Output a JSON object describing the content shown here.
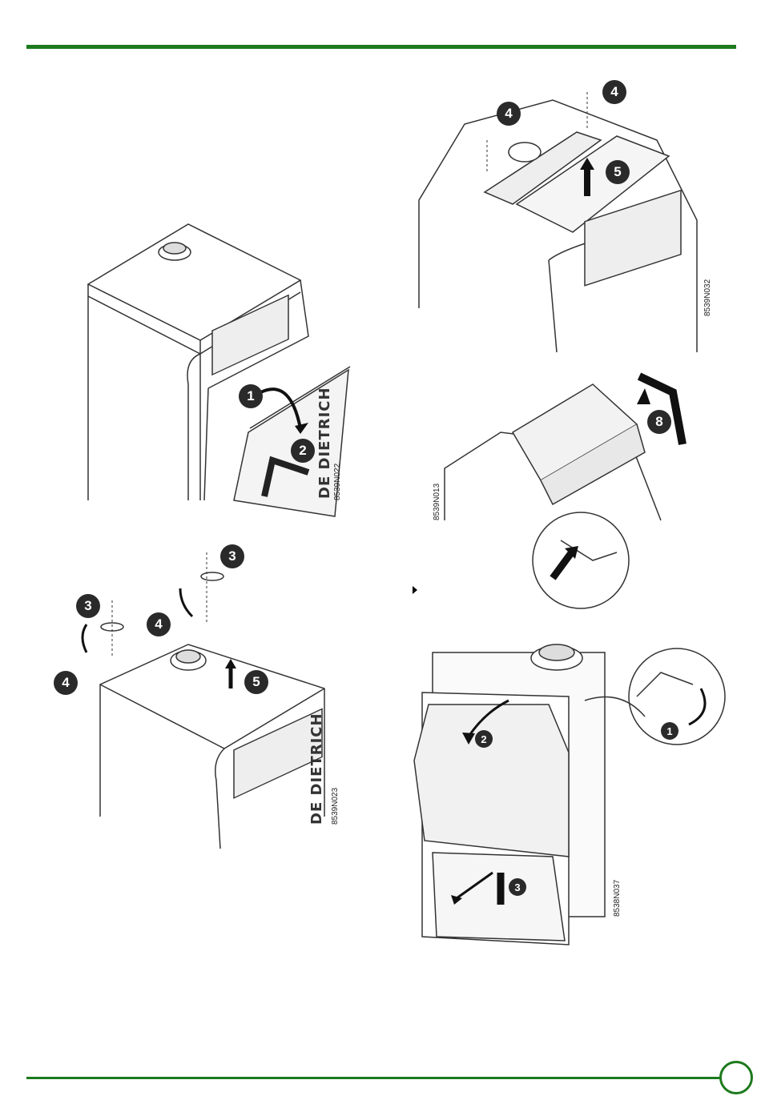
{
  "colors": {
    "accent": "#1d7a1d",
    "badge": "#2a2a2a",
    "line": "#333333"
  },
  "figures": {
    "fig1": {
      "code": "8539N022",
      "brand": "DE DIETRICH",
      "steps": [
        "1",
        "2"
      ]
    },
    "fig2": {
      "code": "8539N032",
      "steps": [
        "4",
        "4",
        "5"
      ]
    },
    "fig3": {
      "code": "8539N013",
      "steps": [
        "8"
      ]
    },
    "fig4": {
      "code": "8539N023",
      "brand": "DE DIETRICH",
      "steps": [
        "3",
        "3",
        "4",
        "4",
        "5"
      ]
    },
    "fig5": {
      "code": "8538N037",
      "steps": [
        "1",
        "2",
        "3"
      ]
    }
  }
}
